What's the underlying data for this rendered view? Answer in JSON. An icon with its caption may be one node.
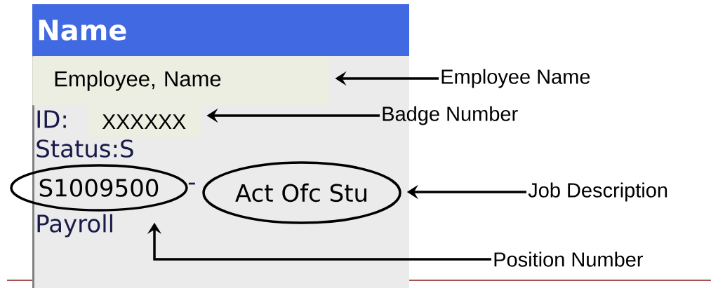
{
  "diagram": {
    "nodes": [
      {
        "text": [
          "Name"
        ]
      },
      {
        "text": [
          "Employee, Name"
        ],
        "in": 0
      },
      {
        "text": [
          "XXXXXX"
        ],
        "in": 0
      },
      {
        "text": [
          "S1009500"
        ],
        "in": 0
      },
      {
        "text": [
          "Act Ofc Stu"
        ],
        "in": 0
      },
      {
        "text": [
          "Employee Name"
        ]
      },
      {
        "text": [
          "Badge Number"
        ]
      },
      {
        "text": [
          "Job Description"
        ]
      },
      {
        "text": [
          "Position Number"
        ]
      }
    ],
    "edges": [
      {
        "from": 5,
        "to": 1,
        "arrow": "to"
      },
      {
        "from": 6,
        "to": 2,
        "arrow": "to"
      },
      {
        "from": 7,
        "to": 4,
        "arrow": "to"
      },
      {
        "from": 8,
        "to": 3,
        "arrow": "to"
      }
    ],
    "labels": [
      "ID:",
      "Status:S",
      "-",
      "Payroll"
    ]
  }
}
